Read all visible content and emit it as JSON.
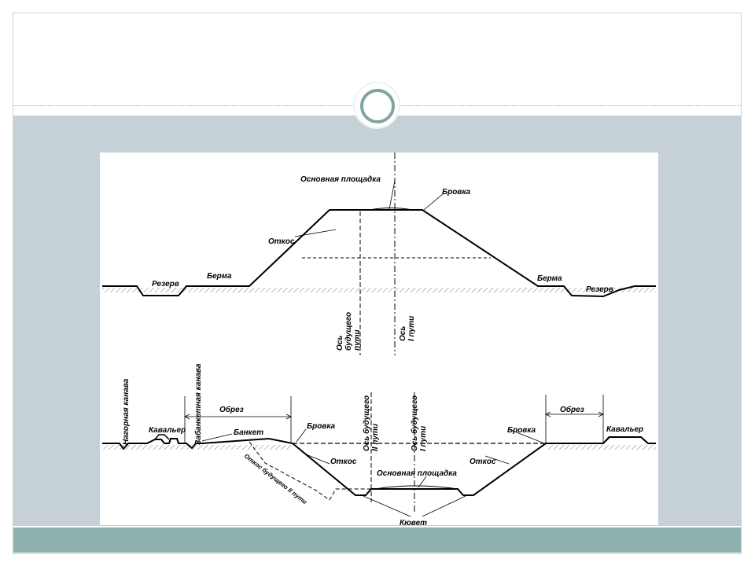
{
  "slide": {
    "accent_color": "#7fa4a1",
    "content_band_color": "#c6d1d7",
    "footer_color": "#8eb0ae",
    "decor_icon": "circle-ring-icon"
  },
  "diagram": {
    "embankment": {
      "main_platform": "Основная площадка",
      "edge": "Бровка",
      "slope": "Откос",
      "berm_left": "Берма",
      "berm_right": "Берма",
      "reserve_left": "Резерв",
      "reserve_right": "Резерв",
      "axis_future_line_1": "Ось",
      "axis_future_line_2": "будущего",
      "axis_future_line_3": "пути",
      "axis_track_1_line_1": "Ось",
      "axis_track_1_line_2": "I пути"
    },
    "cut": {
      "upland_ditch": "Нагорная канава",
      "cavalier_left": "Кавальер",
      "banquette_ditch": "Забанкетная канава",
      "berm_cut_left": "Обрез",
      "banquette": "Банкет",
      "edge_left": "Бровка",
      "axis_future_line_1": "Ось будущего",
      "axis_future_line_2": "II пути",
      "axis_track_1_line_1": "Ось будущего",
      "axis_track_1_line_2": "I пути",
      "edge_right": "Бровка",
      "berm_cut_right": "Обрез",
      "cavalier_right": "Кавальер",
      "slope_left": "Откос",
      "slope_right": "Откос",
      "slope_future": "Откос будущего II пути",
      "main_platform": "Основная площадка",
      "ditch": "Кювет"
    }
  }
}
